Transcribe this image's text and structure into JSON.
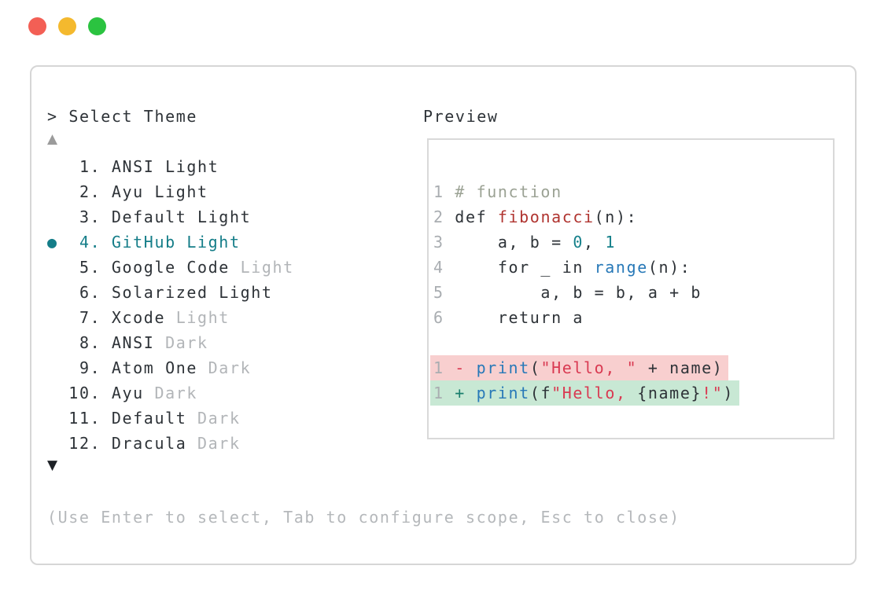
{
  "window": {
    "controls": [
      {
        "name": "close",
        "color": "#f35f55"
      },
      {
        "name": "minimize",
        "color": "#f4b92e"
      },
      {
        "name": "zoom",
        "color": "#2bc340"
      }
    ]
  },
  "prompt": {
    "caret": ">",
    "title": "Select Theme"
  },
  "theme_list": {
    "up_arrow": "▲",
    "down_arrow": "▼",
    "selected_bullet": "●",
    "items": [
      {
        "number": "1.",
        "name": "ANSI",
        "variant": "Light",
        "variant_dimmed": false,
        "selected": false
      },
      {
        "number": "2.",
        "name": "Ayu",
        "variant": "Light",
        "variant_dimmed": false,
        "selected": false
      },
      {
        "number": "3.",
        "name": "Default",
        "variant": "Light",
        "variant_dimmed": false,
        "selected": false
      },
      {
        "number": "4.",
        "name": "GitHub",
        "variant": "Light",
        "variant_dimmed": false,
        "selected": true
      },
      {
        "number": "5.",
        "name": "Google Code",
        "variant": "Light",
        "variant_dimmed": true,
        "selected": false
      },
      {
        "number": "6.",
        "name": "Solarized",
        "variant": "Light",
        "variant_dimmed": false,
        "selected": false
      },
      {
        "number": "7.",
        "name": "Xcode",
        "variant": "Light",
        "variant_dimmed": true,
        "selected": false
      },
      {
        "number": "8.",
        "name": "ANSI",
        "variant": "Dark",
        "variant_dimmed": true,
        "selected": false
      },
      {
        "number": "9.",
        "name": "Atom One",
        "variant": "Dark",
        "variant_dimmed": true,
        "selected": false
      },
      {
        "number": "10.",
        "name": "Ayu",
        "variant": "Dark",
        "variant_dimmed": true,
        "selected": false
      },
      {
        "number": "11.",
        "name": "Default",
        "variant": "Dark",
        "variant_dimmed": true,
        "selected": false
      },
      {
        "number": "12.",
        "name": "Dracula",
        "variant": "Dark",
        "variant_dimmed": true,
        "selected": false
      }
    ]
  },
  "preview": {
    "label": "Preview",
    "code_lines": [
      {
        "num": "1",
        "tokens": [
          [
            "comment",
            "# function"
          ]
        ]
      },
      {
        "num": "2",
        "tokens": [
          [
            "plain",
            "def "
          ],
          [
            "func",
            "fibonacci"
          ],
          [
            "plain",
            "(n):"
          ]
        ]
      },
      {
        "num": "3",
        "tokens": [
          [
            "plain",
            "    a, b = "
          ],
          [
            "num",
            "0"
          ],
          [
            "plain",
            ", "
          ],
          [
            "num",
            "1"
          ]
        ]
      },
      {
        "num": "4",
        "tokens": [
          [
            "plain",
            "    for _ in "
          ],
          [
            "blue",
            "range"
          ],
          [
            "plain",
            "(n):"
          ]
        ]
      },
      {
        "num": "5",
        "tokens": [
          [
            "plain",
            "        a, b = b, a + b"
          ]
        ]
      },
      {
        "num": "6",
        "tokens": [
          [
            "plain",
            "    return a"
          ]
        ]
      },
      {
        "blank": true
      },
      {
        "num": "1",
        "bg": "removed",
        "tokens": [
          [
            "str",
            "- "
          ],
          [
            "blue",
            "print"
          ],
          [
            "plain",
            "("
          ],
          [
            "str",
            "\"Hello, \""
          ],
          [
            "plain",
            " + name)"
          ]
        ]
      },
      {
        "num": "1",
        "bg": "added",
        "tokens": [
          [
            "plus",
            "+ "
          ],
          [
            "blue",
            "print"
          ],
          [
            "plain",
            "(f"
          ],
          [
            "str",
            "\"Hello, "
          ],
          [
            "plain",
            "{name}"
          ],
          [
            "str",
            "!\""
          ],
          [
            "plain",
            ")"
          ]
        ]
      }
    ]
  },
  "hint": "(Use Enter to select, Tab to configure scope, Esc to close)",
  "colors": {
    "selected_teal": "#147d88",
    "text_dark": "#2e3338",
    "text_dim": "#b2b5b8",
    "line_number": "#a9adb1",
    "comment": "#9ba294",
    "function_red": "#b03430",
    "number_teal": "#15808a",
    "builtin_blue": "#2879b8",
    "string_crimson": "#d93a52",
    "diff_plus_teal": "#1a7f6d",
    "removed_bg": "#f8cfcf",
    "added_bg": "#c8e8d4"
  }
}
